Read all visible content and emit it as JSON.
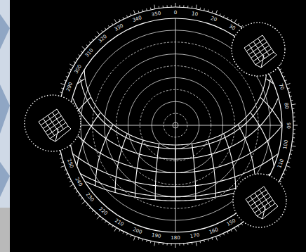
{
  "diagram": {
    "labels": [
      "0",
      "10",
      "20",
      "30",
      "70",
      "80",
      "90",
      "100",
      "110",
      "150",
      "160",
      "170",
      "180",
      "190",
      "200",
      "210",
      "220",
      "230",
      "240",
      "250",
      "290",
      "300",
      "310",
      "320",
      "330",
      "340",
      "350"
    ]
  }
}
